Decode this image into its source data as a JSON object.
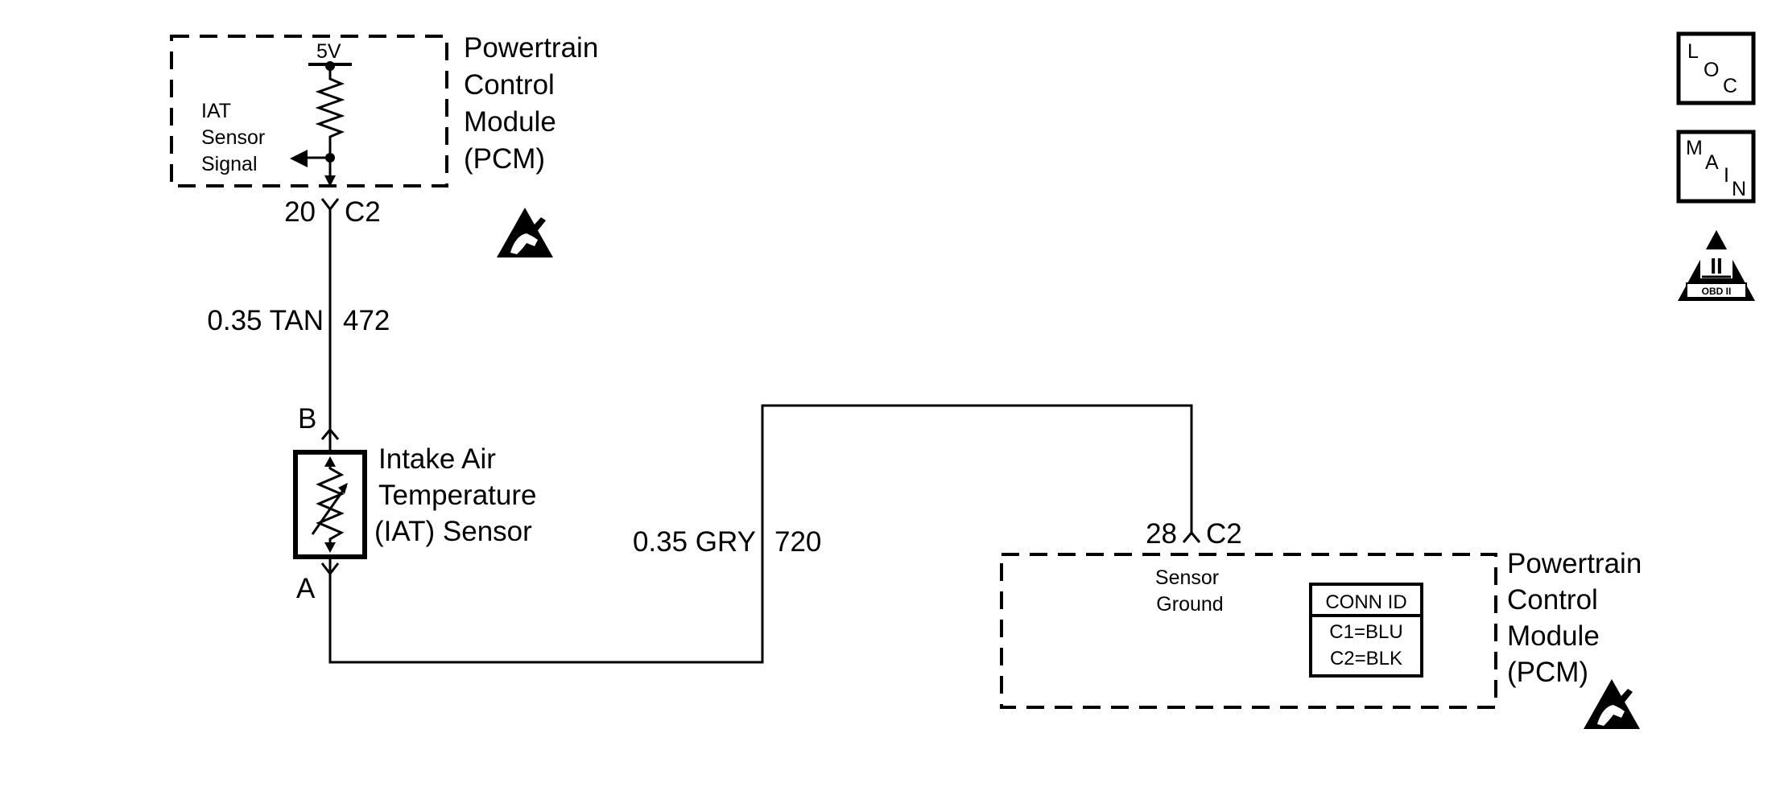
{
  "pcm_top": {
    "voltage": "5V",
    "signal_label": [
      "IAT",
      "Sensor",
      "Signal"
    ],
    "title": [
      "Powertrain",
      "Control",
      "Module",
      "(PCM)"
    ],
    "pin": "20",
    "connector": "C2"
  },
  "wire_472": {
    "gauge_color": "0.35 TAN",
    "circuit": "472"
  },
  "iat_sensor": {
    "pin_b": "B",
    "pin_a": "A",
    "title": [
      "Intake Air",
      "Temperature",
      "(IAT) Sensor"
    ]
  },
  "wire_720": {
    "gauge_color": "0.35 GRY",
    "circuit": "720"
  },
  "pcm_bottom": {
    "pin": "28",
    "connector": "C2",
    "ground_label": [
      "Sensor",
      "Ground"
    ],
    "title": [
      "Powertrain",
      "Control",
      "Module",
      "(PCM)"
    ],
    "conn_id": {
      "header": "CONN ID",
      "rows": [
        "C1=BLU",
        "C2=BLK"
      ]
    }
  },
  "side_icons": {
    "loc": [
      "L",
      "O",
      "C"
    ],
    "main": [
      "M",
      "A",
      "I",
      "N"
    ],
    "obd": {
      "numeral": "II",
      "label": "OBD II"
    }
  },
  "icon_names": [
    "esd-warning-icon",
    "loc-icon",
    "main-icon",
    "obd-ii-icon"
  ]
}
